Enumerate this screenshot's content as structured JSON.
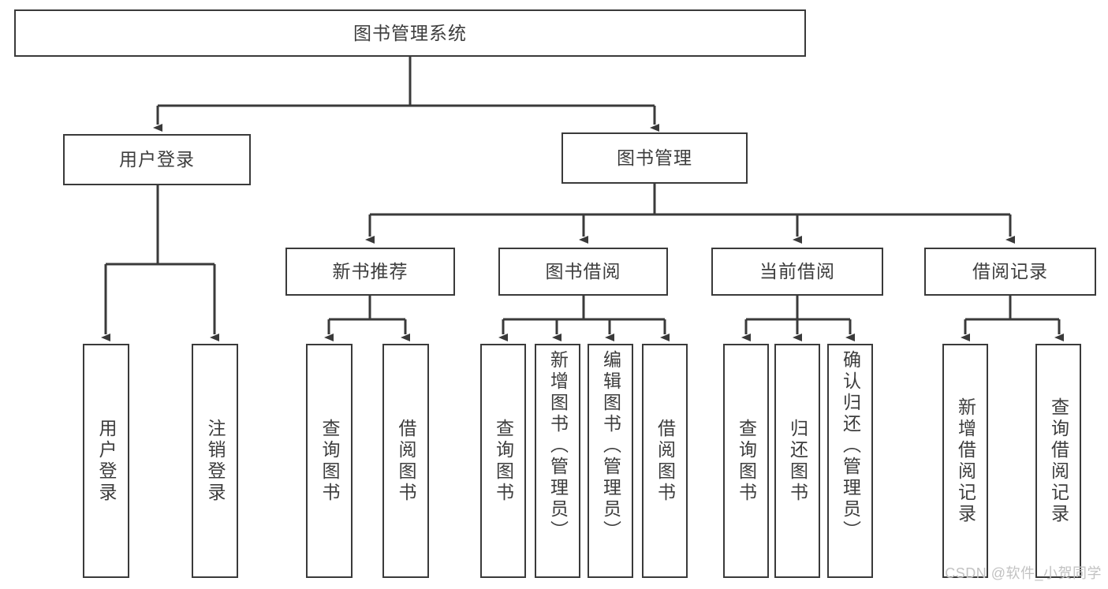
{
  "diagram": {
    "type": "tree-hierarchy-chart",
    "title": "图书管理系统",
    "stroke_color": "#3a3a3a",
    "text_color": "#3d3d3d",
    "background_color": "#ffffff",
    "root": {
      "id": "root",
      "label": "图书管理系统",
      "orientation": "horizontal"
    },
    "level2": [
      {
        "id": "user-login",
        "label": "用户登录",
        "orientation": "horizontal"
      },
      {
        "id": "book-manage",
        "label": "图书管理",
        "orientation": "horizontal"
      }
    ],
    "level3": [
      {
        "id": "new-book-recommend",
        "label": "新书推荐",
        "orientation": "horizontal",
        "parent": "book-manage"
      },
      {
        "id": "book-borrow",
        "label": "图书借阅",
        "orientation": "horizontal",
        "parent": "book-manage"
      },
      {
        "id": "current-borrow",
        "label": "当前借阅",
        "orientation": "horizontal",
        "parent": "book-manage"
      },
      {
        "id": "borrow-record",
        "label": "借阅记录",
        "orientation": "horizontal",
        "parent": "book-manage"
      }
    ],
    "leaves": [
      {
        "id": "leaf-user-login",
        "label": "用户登录",
        "parent": "user-login"
      },
      {
        "id": "leaf-user-logout",
        "label": "注销登录",
        "parent": "user-login"
      },
      {
        "id": "leaf-query-book-1",
        "label": "查询图书",
        "parent": "new-book-recommend"
      },
      {
        "id": "leaf-borrow-book-1",
        "label": "借阅图书",
        "parent": "new-book-recommend"
      },
      {
        "id": "leaf-query-book-2",
        "label": "查询图书",
        "parent": "book-borrow"
      },
      {
        "id": "leaf-add-book",
        "label": "新增图书（管理员）",
        "parent": "book-borrow"
      },
      {
        "id": "leaf-edit-book",
        "label": "编辑图书（管理员）",
        "parent": "book-borrow"
      },
      {
        "id": "leaf-borrow-book-2",
        "label": "借阅图书",
        "parent": "book-borrow"
      },
      {
        "id": "leaf-query-book-3",
        "label": "查询图书",
        "parent": "current-borrow"
      },
      {
        "id": "leaf-return-book",
        "label": "归还图书",
        "parent": "current-borrow"
      },
      {
        "id": "leaf-confirm-return",
        "label": "确认归还（管理员）",
        "parent": "current-borrow"
      },
      {
        "id": "leaf-add-record",
        "label": "新增借阅记录",
        "parent": "borrow-record"
      },
      {
        "id": "leaf-query-record",
        "label": "查询借阅记录",
        "parent": "borrow-record"
      }
    ]
  },
  "watermark": {
    "text": "CSDN @软件_小贺同学"
  }
}
